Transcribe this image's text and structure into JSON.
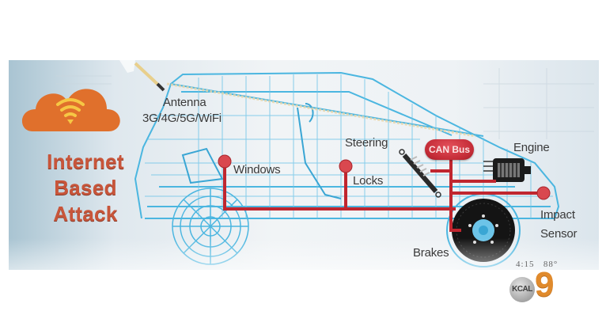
{
  "headline": {
    "lines": [
      "Internet",
      "Based",
      "Attack"
    ]
  },
  "icons": {
    "cloud": "wifi-cloud-icon",
    "antenna": "antenna-icon",
    "shock_absorber": "steering-shock-icon",
    "engine": "engine-icon",
    "brake_disc": "brake-disc-icon"
  },
  "labels": {
    "antenna": "Antenna",
    "antenna_sub": "3G/4G/5G/WiFi",
    "windows": "Windows",
    "locks": "Locks",
    "steering": "Steering",
    "can_bus": "CAN Bus",
    "engine": "Engine",
    "impact_line1": "Impact",
    "impact_line2": "Sensor",
    "brakes": "Brakes"
  },
  "broadcast": {
    "time": "4:15",
    "temperature": "88°",
    "station_disc": "KCAL",
    "station_number": "9"
  },
  "colors": {
    "attack_text": "#c8553a",
    "cloud": "#e0702c",
    "wireframe": "#4bb6e0",
    "network": "#c0262f",
    "node": "#d9484f",
    "label_text": "#3a3a3a",
    "kcal_orange": "#e08a2c"
  }
}
